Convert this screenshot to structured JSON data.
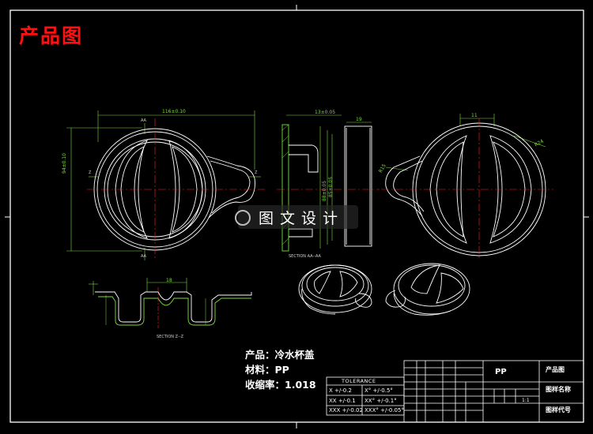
{
  "title": "产品图",
  "specs": {
    "product": "产品：冷水杯盖",
    "material": "材料：PP",
    "shrinkage": "收缩率：1.018"
  },
  "tolerance": {
    "title": "TOLERANCE",
    "rows": [
      {
        "left": "X    +/-0.2",
        "right": "X°    +/-0.5°"
      },
      {
        "left": "XX   +/-0.1",
        "right": "XX°   +/-0.1°"
      },
      {
        "left": "XXX  +/-0.02",
        "right": "XXX°  +/-0.05°"
      }
    ]
  },
  "title_block": {
    "material": "PP",
    "drawing_type": "产品图",
    "drawing_name": "图样名称",
    "drawing_code": "图样代号",
    "scale": "1:1"
  },
  "watermark": "图文设计",
  "dimensions": {
    "front_width": "116±0.10",
    "front_height": "94±0.10",
    "side_width": "13±0.05",
    "side_thickness": "19",
    "side_height_1": "88±0.05",
    "side_height_2": "85±0.05",
    "section_width": "18",
    "right_top": "11",
    "right_r1": "R24",
    "right_r2": "R15"
  },
  "section_labels": {
    "front_aa": "AA",
    "front_zz": "Z",
    "side_section": "SECTION AA--AA",
    "bottom_section": "SECTION Z--Z"
  }
}
